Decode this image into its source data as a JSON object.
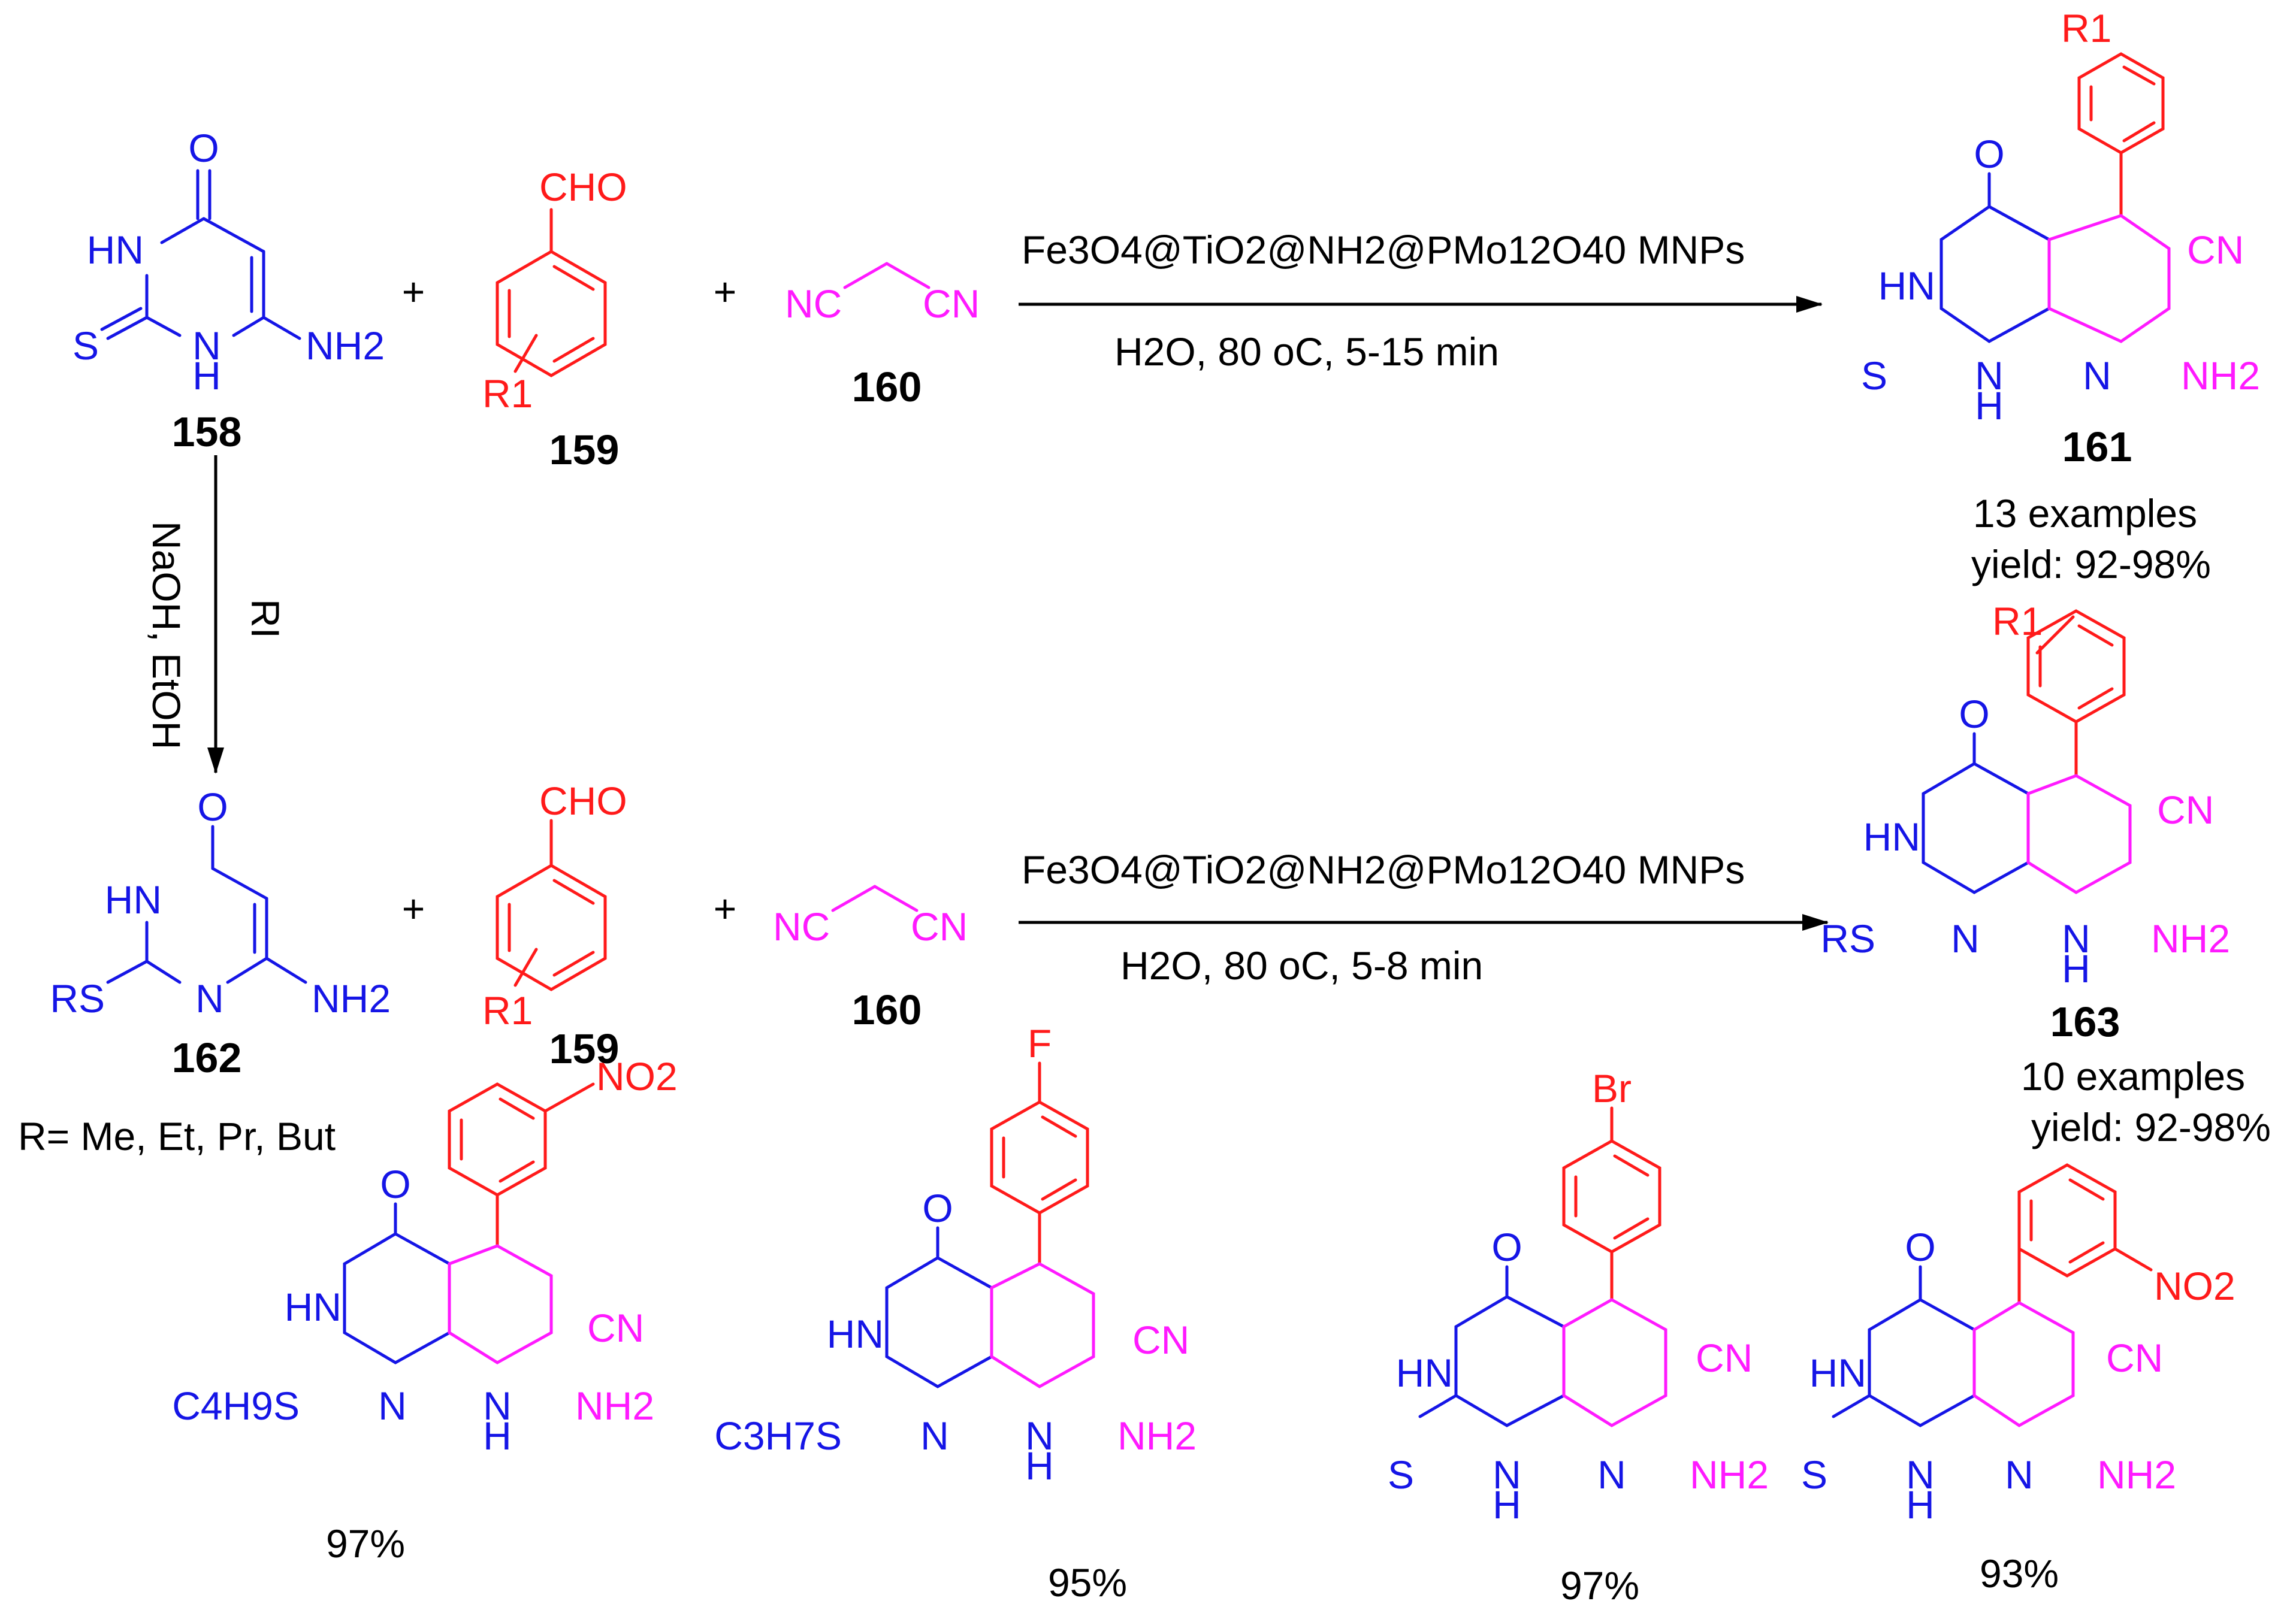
{
  "compounds": {
    "c158": "158",
    "c159a": "159",
    "c160a": "160",
    "c161": "161",
    "c162": "162",
    "c159b": "159",
    "c160b": "160",
    "c163": "163"
  },
  "reaction1": {
    "plus1": "+",
    "plus2": "+",
    "catalyst": "Fe3O4@TiO2@NH2@PMo12O40 MNPs",
    "conditions": "H2O, 80 oC, 5-15 min",
    "examples": "13 examples",
    "yield": "yield: 92-98%"
  },
  "vertical": {
    "reagent1": "NaOH, EtOH",
    "reagent2": "RI"
  },
  "reaction2": {
    "plus1": "+",
    "plus2": "+",
    "catalyst": "Fe3O4@TiO2@NH2@PMo12O40 MNPs",
    "conditions": "H2O, 80 oC, 5-8 min",
    "examples": "10 examples",
    "yield": "yield: 92-98%",
    "r_def": "R= Me, Et, Pr, But"
  },
  "labels": {
    "O": "O",
    "HN": "HN",
    "H": "H",
    "N": "N",
    "S": "S",
    "RS": "RS",
    "NH2": "NH2",
    "CN": "CN",
    "NC": "NC",
    "CHO": "CHO",
    "R1": "R1",
    "NO2": "NO2",
    "F": "F",
    "Br": "Br",
    "C4H9S": "C4H9S",
    "C3H7S": "C3H7S"
  },
  "examples": [
    {
      "substituent": "NO2",
      "alkylthio": "C4H9S",
      "yield": "97%"
    },
    {
      "substituent": "F",
      "alkylthio": "C3H7S",
      "yield": "95%"
    },
    {
      "substituent": "Br",
      "alkylthio": "S",
      "yield": "97%"
    },
    {
      "substituent": "NO2",
      "alkylthio": "S",
      "yield": "93%"
    }
  ],
  "colors": {
    "core": "#1515e6",
    "aryl": "#ff1a1a",
    "malononitrile": "#ff1aff",
    "text": "#000000"
  }
}
